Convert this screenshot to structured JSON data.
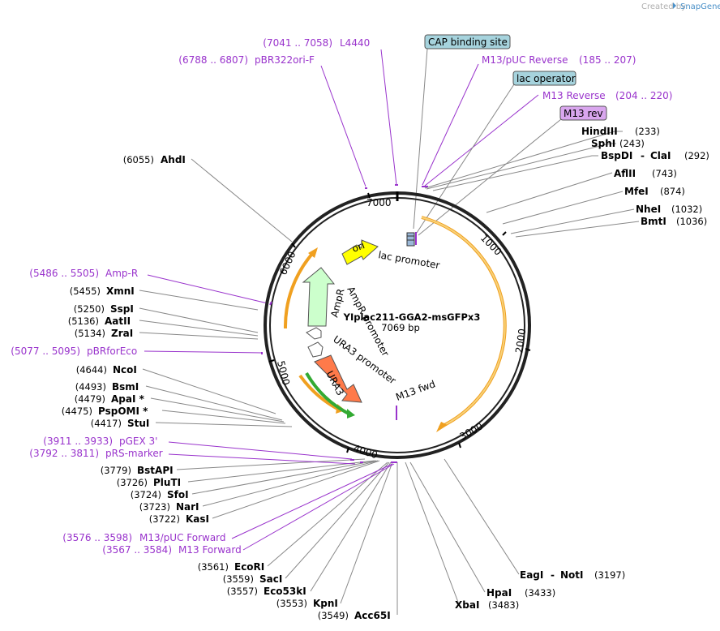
{
  "brand": {
    "created_by": "Created by",
    "product": "SnapGene"
  },
  "plasmid": {
    "name": "YIplac211-GGA2-msGFPx3",
    "size": "7069 bp"
  },
  "ticks": [
    "1000",
    "2000",
    "3000",
    "4000",
    "5000",
    "6000",
    "7000"
  ],
  "right_sites": [
    {
      "name": "HindIII",
      "pos": "(233)"
    },
    {
      "name": "SphI",
      "pos": "(243)"
    },
    {
      "name": "BspDI",
      "sep": "-",
      "name2": "ClaI",
      "pos": "(292)"
    },
    {
      "name": "AflII",
      "pos": "(743)"
    },
    {
      "name": "MfeI",
      "pos": "(874)"
    },
    {
      "name": "NheI",
      "pos": "(1032)"
    },
    {
      "name": "BmtI",
      "pos": "(1036)"
    }
  ],
  "left_sites": [
    {
      "name": "AhdI",
      "pos": "(6055)"
    },
    {
      "name": "XmnI",
      "pos": "(5455)"
    },
    {
      "name": "SspI",
      "pos": "(5250)"
    },
    {
      "name": "AatII",
      "pos": "(5136)"
    },
    {
      "name": "ZraI",
      "pos": "(5134)"
    },
    {
      "name": "NcoI",
      "pos": "(4644)"
    },
    {
      "name": "BsmI",
      "pos": "(4493)"
    },
    {
      "name": "ApaI *",
      "pos": "(4479)"
    },
    {
      "name": "PspOMI *",
      "pos": "(4475)"
    },
    {
      "name": "StuI",
      "pos": "(4417)"
    },
    {
      "name": "BstAPI",
      "pos": "(3779)"
    },
    {
      "name": "PluTI",
      "pos": "(3726)"
    },
    {
      "name": "SfoI",
      "pos": "(3724)"
    },
    {
      "name": "NarI",
      "pos": "(3723)"
    },
    {
      "name": "KasI",
      "pos": "(3722)"
    },
    {
      "name": "EcoRI",
      "pos": "(3561)"
    },
    {
      "name": "SacI",
      "pos": "(3559)"
    },
    {
      "name": "Eco53kI",
      "pos": "(3557)"
    },
    {
      "name": "KpnI",
      "pos": "(3553)"
    },
    {
      "name": "Acc65I",
      "pos": "(3549)"
    }
  ],
  "bottom_right_sites": [
    {
      "name": "EagI",
      "sep": "-",
      "name2": "NotI",
      "pos": "(3197)"
    },
    {
      "name": "HpaI",
      "pos": "(3433)"
    },
    {
      "name": "XbaI",
      "pos": "(3483)"
    }
  ],
  "features": [
    {
      "range": "(7041 .. 7058)",
      "name": "L4440"
    },
    {
      "range": "(6788 .. 6807)",
      "name": "pBR322ori-F"
    },
    {
      "name": "M13/pUC Reverse",
      "range": "(185 .. 207)"
    },
    {
      "name": "M13 Reverse",
      "range": "(204 .. 220)"
    },
    {
      "range": "(5486 .. 5505)",
      "name": "Amp-R"
    },
    {
      "range": "(5077 .. 5095)",
      "name": "pBRforEco"
    },
    {
      "range": "(3911 .. 3933)",
      "name": "pGEX 3'"
    },
    {
      "range": "(3792 .. 3811)",
      "name": "pRS-marker"
    },
    {
      "range": "(3576 .. 3598)",
      "name": "M13/pUC Forward"
    },
    {
      "range": "(3567 .. 3584)",
      "name": "M13 Forward"
    }
  ],
  "boxed_features": [
    {
      "name": "CAP binding site",
      "fill": "#a6d3dd"
    },
    {
      "name": "lac operator",
      "fill": "#a6d3dd"
    },
    {
      "name": "M13 rev",
      "fill": "#d9a6ee"
    }
  ],
  "inner_labels": {
    "ori": "ori",
    "lac_promoter": "lac promoter",
    "ampr": "AmpR",
    "ampr_promoter": "AmpR promoter",
    "ura3_promoter": "URA3 promoter",
    "ura3": "URA3",
    "m13_fwd": "M13 fwd"
  },
  "colors": {
    "feature_purple": "#9933cc",
    "ori_yellow": "#ffff00",
    "ampr_green": "#ccffcc",
    "ura3_orange": "#ff7a4a",
    "orf_orange": "#f0a020",
    "orf_green": "#33aa33"
  }
}
